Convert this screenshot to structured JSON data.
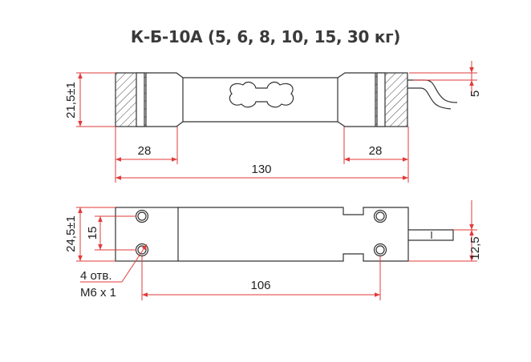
{
  "title": "К-Б-10А (5, 6, 8, 10, 15, 30 кг)",
  "dimensions": {
    "height_top": "21,5±1",
    "cable_offset": "5",
    "left_clamp": "28",
    "right_clamp": "28",
    "length": "130",
    "width_bottom": "24,5±1",
    "hole_spacing_v": "15",
    "hole_spacing_h": "106",
    "cable_height": "12,5"
  },
  "note": {
    "line1": "4 отв.",
    "line2": "M6 x 1"
  },
  "colors": {
    "dimension_line": "#e23a3a",
    "outline": "#333333",
    "title": "#3a3a3a"
  }
}
